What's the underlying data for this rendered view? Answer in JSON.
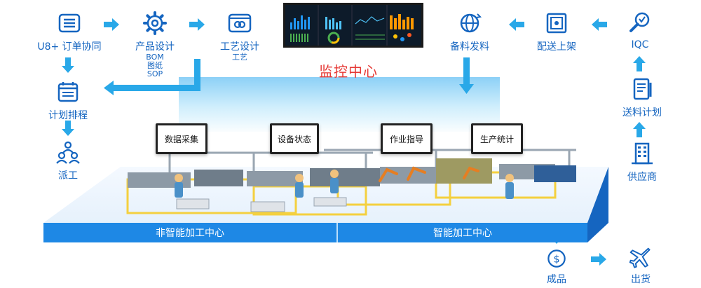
{
  "top_flow": {
    "order": {
      "label": "U8+ 订单协同",
      "icon": "list-icon"
    },
    "product": {
      "label": "产品设计",
      "subs": [
        "BOM",
        "图纸",
        "SOP"
      ],
      "icon": "gear-icon"
    },
    "process": {
      "label": "工艺设计",
      "sub": "工艺",
      "icon": "card-icon"
    }
  },
  "left_flow": {
    "plan": {
      "label": "计划排程",
      "icon": "calendar-icon"
    },
    "dispatch": {
      "label": "派工",
      "icon": "people-icon"
    }
  },
  "right_flow": {
    "prep": {
      "label": "备料发料",
      "icon": "globe-icon"
    },
    "shelf": {
      "label": "配送上架",
      "icon": "safe-icon"
    },
    "iqc": {
      "label": "IQC",
      "icon": "magnifier-icon"
    },
    "delivery_plan": {
      "label": "送料计划",
      "icon": "document-icon"
    },
    "supplier": {
      "label": "供应商",
      "icon": "building-icon"
    }
  },
  "bottom_flow": {
    "finished": {
      "label": "成品",
      "icon": "money-icon"
    },
    "shipping": {
      "label": "出货",
      "icon": "airplane-icon"
    }
  },
  "monitor": {
    "title": "监控中心"
  },
  "screens": [
    "数据采集",
    "设备状态",
    "作业指导",
    "生产统计"
  ],
  "platform": {
    "left_label": "非智能加工中心",
    "right_label": "智能加工中心"
  },
  "colors": {
    "accent": "#1e88e5",
    "arrow": "#29a8e8",
    "title_red": "#e53935"
  }
}
